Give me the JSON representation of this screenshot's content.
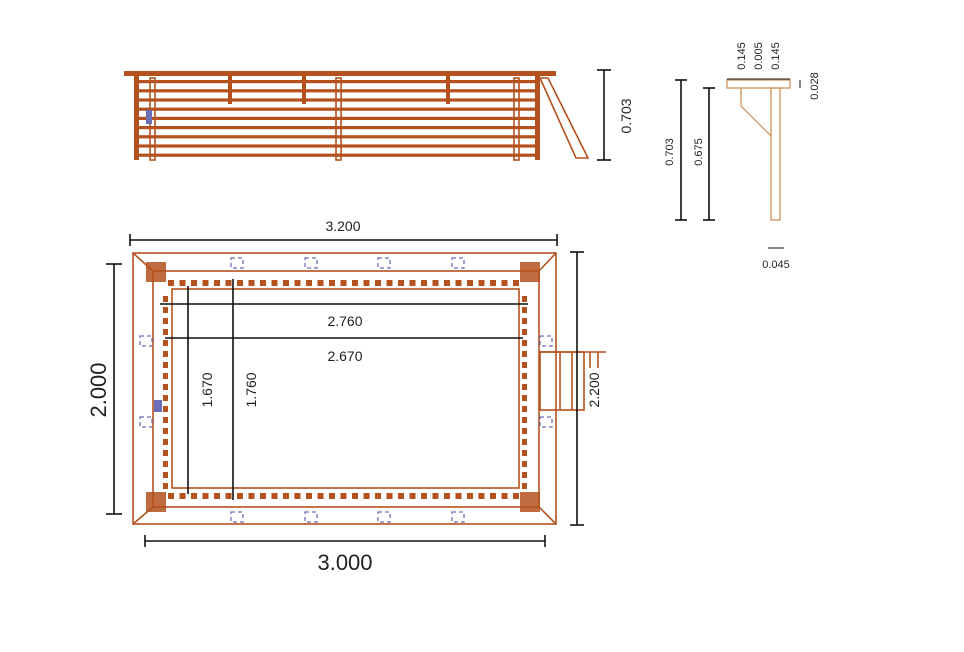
{
  "colors": {
    "wood": "#b4511e",
    "section_wood": "#d69a64",
    "dimension": "#111111",
    "hidden": "#6b6fb8"
  },
  "elevation": {
    "height_label": "0.703"
  },
  "section": {
    "total_height": "0.703",
    "wall_height": "0.675",
    "top_widths": [
      "0.145",
      "0.005",
      "0.145"
    ],
    "coping_thickness": "0.028",
    "wall_thickness": "0.045"
  },
  "plan": {
    "outer_length": "3.200",
    "outer_width": "2.200",
    "frame_length": "3.000",
    "frame_width": "2.000",
    "inner_length_a": "2.760",
    "inner_length_b": "2.670",
    "inner_width_a": "1.670",
    "inner_width_b": "1.760"
  }
}
